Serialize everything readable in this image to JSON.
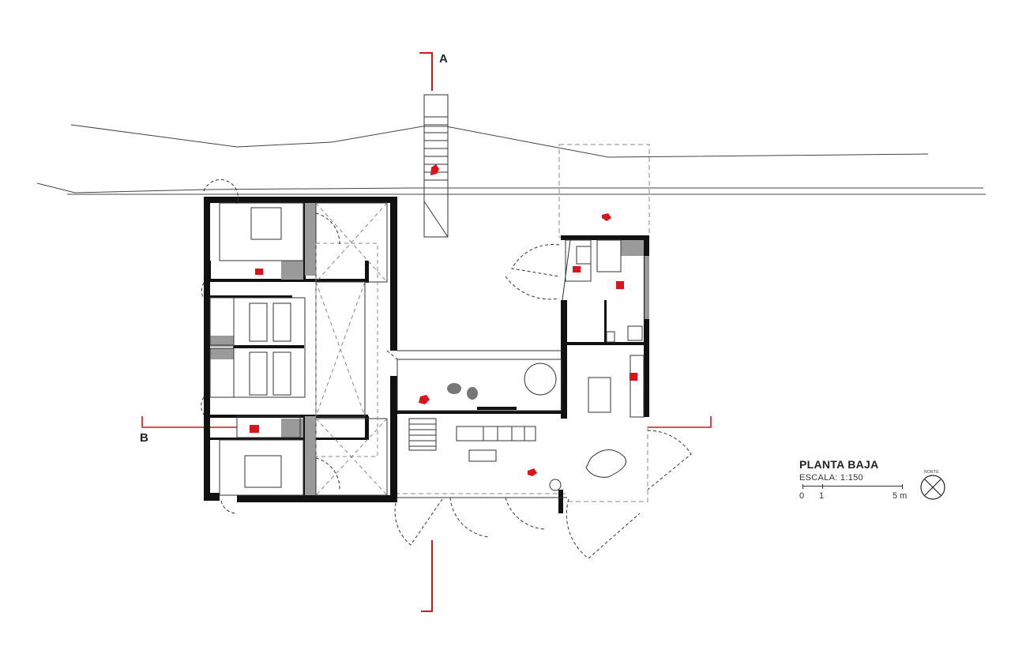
{
  "plan": {
    "title": "PLANTA BAJA",
    "scale": "ESCALA: 1:150",
    "scale_ticks": [
      "0",
      "1",
      "5 m"
    ],
    "north_label": "NORTE"
  },
  "section_marks": {
    "a": "A",
    "b": "B"
  },
  "colors": {
    "wall": "#111111",
    "line": "#333333",
    "accent_red": "#d7151b",
    "fill_gray": "#9a9a9a"
  },
  "icons": [
    "north-arrow-icon",
    "person-icon",
    "door-swing-icon"
  ]
}
